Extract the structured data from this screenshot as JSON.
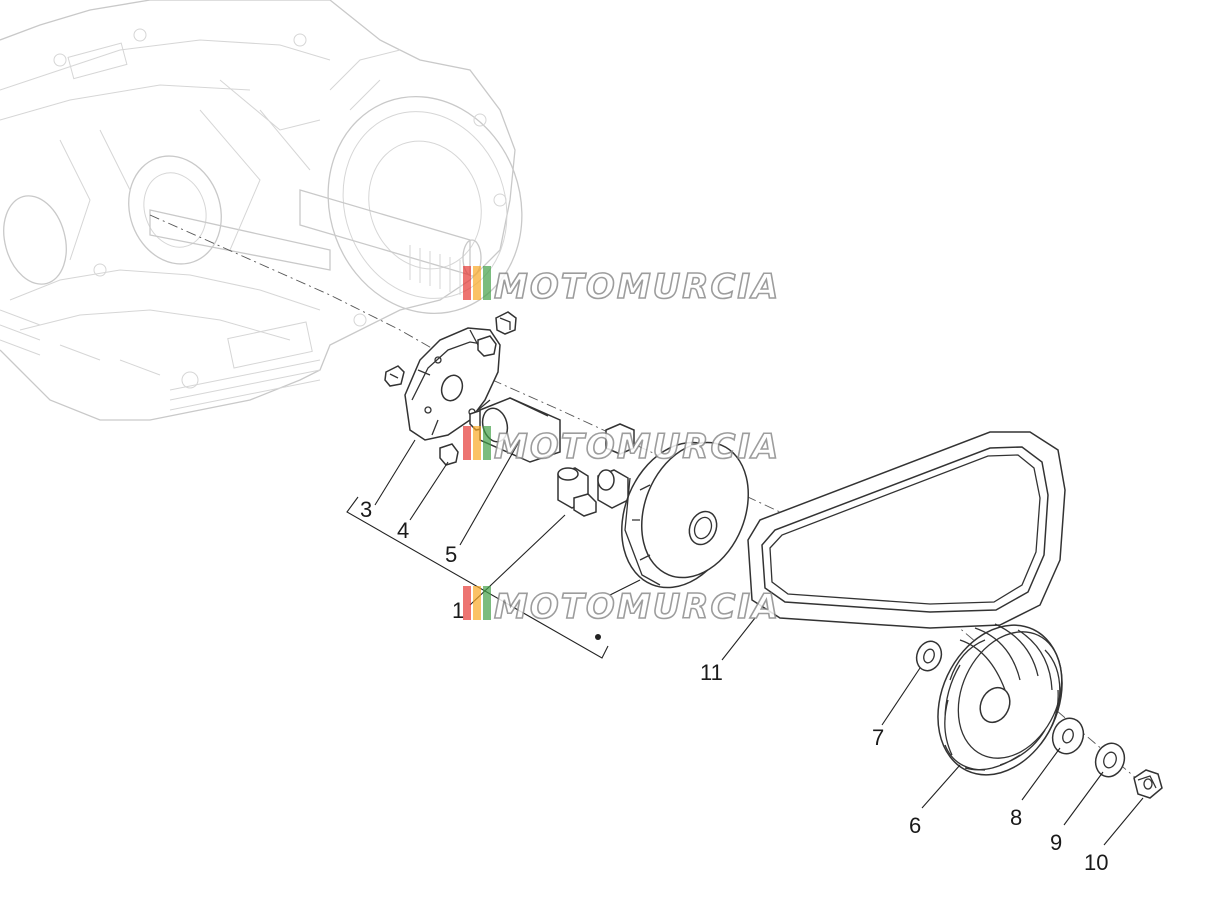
{
  "diagram": {
    "watermark": {
      "text": "MOTOMURCIA",
      "stripe_colors": [
        "#e53935",
        "#f9a825",
        "#43a047"
      ]
    },
    "callouts": [
      {
        "id": "1",
        "label": "1"
      },
      {
        "id": "3",
        "label": "3"
      },
      {
        "id": "4",
        "label": "4"
      },
      {
        "id": "5",
        "label": "5"
      },
      {
        "id": "6",
        "label": "6"
      },
      {
        "id": "7",
        "label": "7"
      },
      {
        "id": "8",
        "label": "8"
      },
      {
        "id": "9",
        "label": "9"
      },
      {
        "id": "10",
        "label": "10"
      },
      {
        "id": "11",
        "label": "11"
      }
    ],
    "parts": [
      {
        "name": "engine-case-icon"
      },
      {
        "name": "ramp-plate-icon"
      },
      {
        "name": "slider-icon"
      },
      {
        "name": "bushing-icon"
      },
      {
        "name": "roller-weight-icon"
      },
      {
        "name": "variator-pulley-icon"
      },
      {
        "name": "drive-belt-icon"
      },
      {
        "name": "washer-icon"
      },
      {
        "name": "fan-impeller-icon"
      },
      {
        "name": "spring-washer-icon"
      },
      {
        "name": "nut-icon"
      }
    ]
  }
}
